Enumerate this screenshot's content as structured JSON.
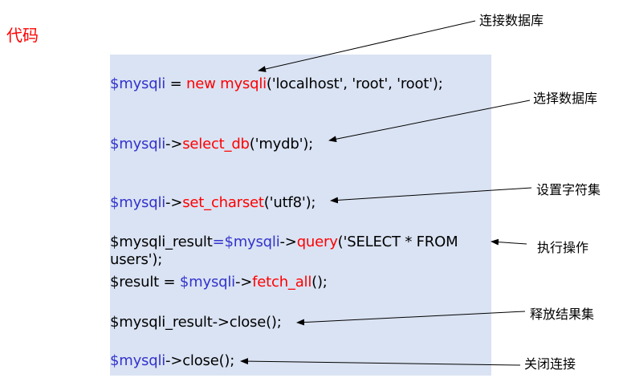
{
  "title": "代码",
  "code": {
    "line1": {
      "var": "$mysqli",
      "eq": " = ",
      "kw_new": "new",
      "sp": " ",
      "kw_cls": "mysqli",
      "args": "('localhost', 'root', 'root');"
    },
    "line2": {
      "var": "$mysqli",
      "arrow": "->",
      "fn": "select_db",
      "args": "('mydb');"
    },
    "line3": {
      "var": "$mysqli",
      "arrow": "->",
      "fn": "set_charset",
      "args": "('utf8');"
    },
    "line4": {
      "lhs": "$mysqli_result",
      "eq": "=",
      "var": "$mysqli",
      "arrow": "->",
      "fn": "query",
      "args": "('SELECT * FROM users');"
    },
    "line5": {
      "lhs": "$result = ",
      "var": "$mysqli",
      "arrow": "->",
      "fn": "fetch_all",
      "args": "();"
    },
    "line6": {
      "text": "$mysqli_result->close();"
    },
    "line7": {
      "var": "$mysqli",
      "arrow": "->",
      "rest": "close();"
    }
  },
  "annotations": {
    "connect": "连接数据库",
    "select_db": "选择数据库",
    "charset": "设置字符集",
    "execute": "执行操作",
    "free_result": "释放结果集",
    "close": "关闭连接"
  },
  "colors": {
    "title": "#ff0000",
    "variable": "#3333cc",
    "keyword": "#ff0000",
    "panel": "#dae3f3"
  }
}
